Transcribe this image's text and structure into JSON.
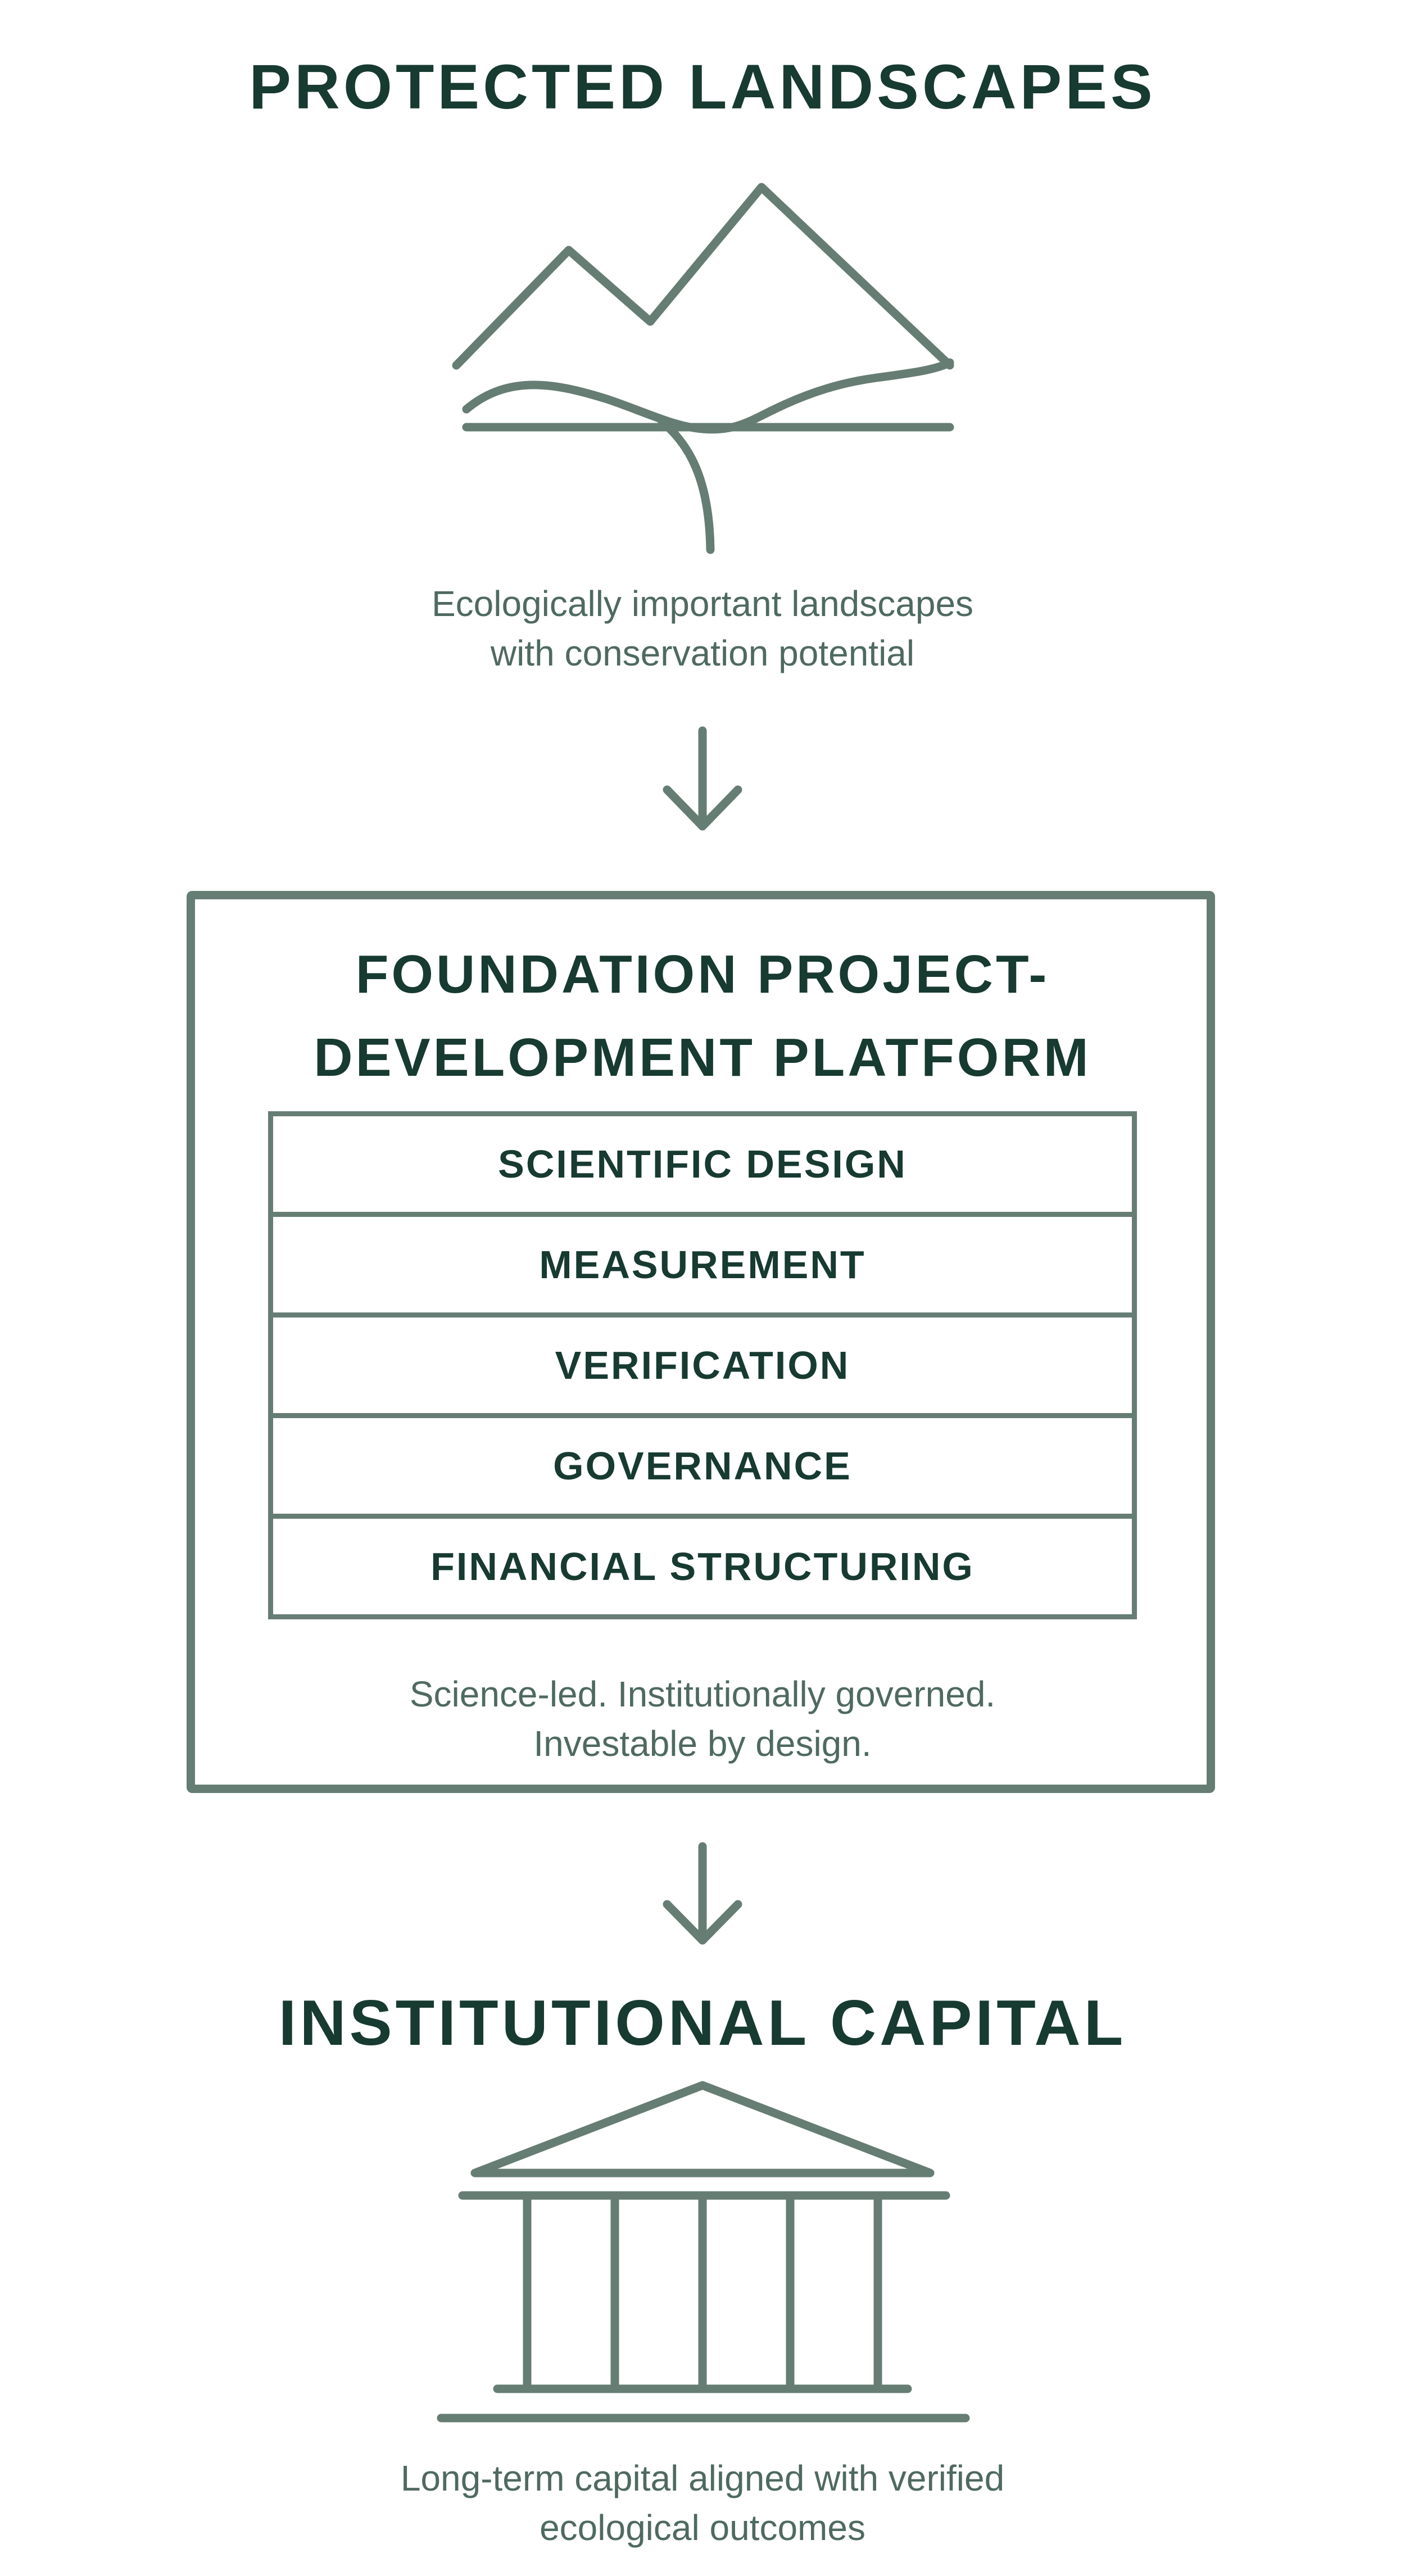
{
  "colors": {
    "heading": "#173a31",
    "body_text": "#4f6a60",
    "stroke": "#667d74",
    "background": "#ffffff"
  },
  "top": {
    "title": "PROTECTED LANDSCAPES",
    "icon": "mountain-landscape-icon",
    "caption_line1": "Ecologically important landscapes",
    "caption_line2": "with conservation potential"
  },
  "arrows": [
    {
      "icon": "arrow-down-icon"
    },
    {
      "icon": "arrow-down-icon"
    }
  ],
  "platform": {
    "title_line1": "FOUNDATION PROJECT-",
    "title_line2": "DEVELOPMENT PLATFORM",
    "layers": [
      {
        "label": "SCIENTIFIC DESIGN"
      },
      {
        "label": "MEASUREMENT"
      },
      {
        "label": "VERIFICATION"
      },
      {
        "label": "GOVERNANCE"
      },
      {
        "label": "FINANCIAL STRUCTURING"
      }
    ],
    "caption_line1": "Science-led. Institutionally governed.",
    "caption_line2": "Investable by design."
  },
  "bottom": {
    "title": "INSTITUTIONAL CAPITAL",
    "icon": "institution-building-icon",
    "caption_line1": "Long-term capital aligned with verified",
    "caption_line2": "ecological outcomes"
  }
}
